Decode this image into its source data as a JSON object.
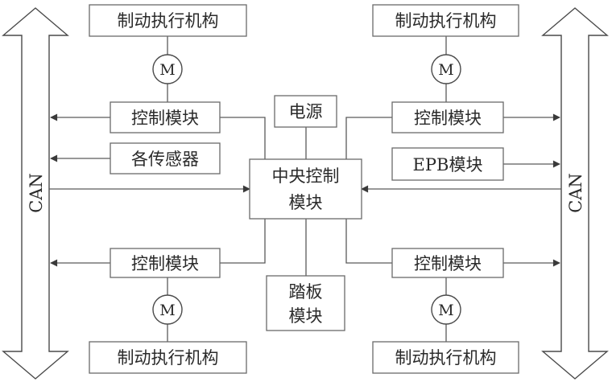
{
  "bus_label": "CAN",
  "motor_label": "M",
  "boxes": {
    "actuator": "制动执行机构",
    "control_module": "控制模块",
    "power": "电源",
    "sensors": "各传感器",
    "epb": "EPB模块",
    "central_line1": "中央控制",
    "central_line2": "模块",
    "pedal_line1": "踏板",
    "pedal_line2": "模块"
  }
}
